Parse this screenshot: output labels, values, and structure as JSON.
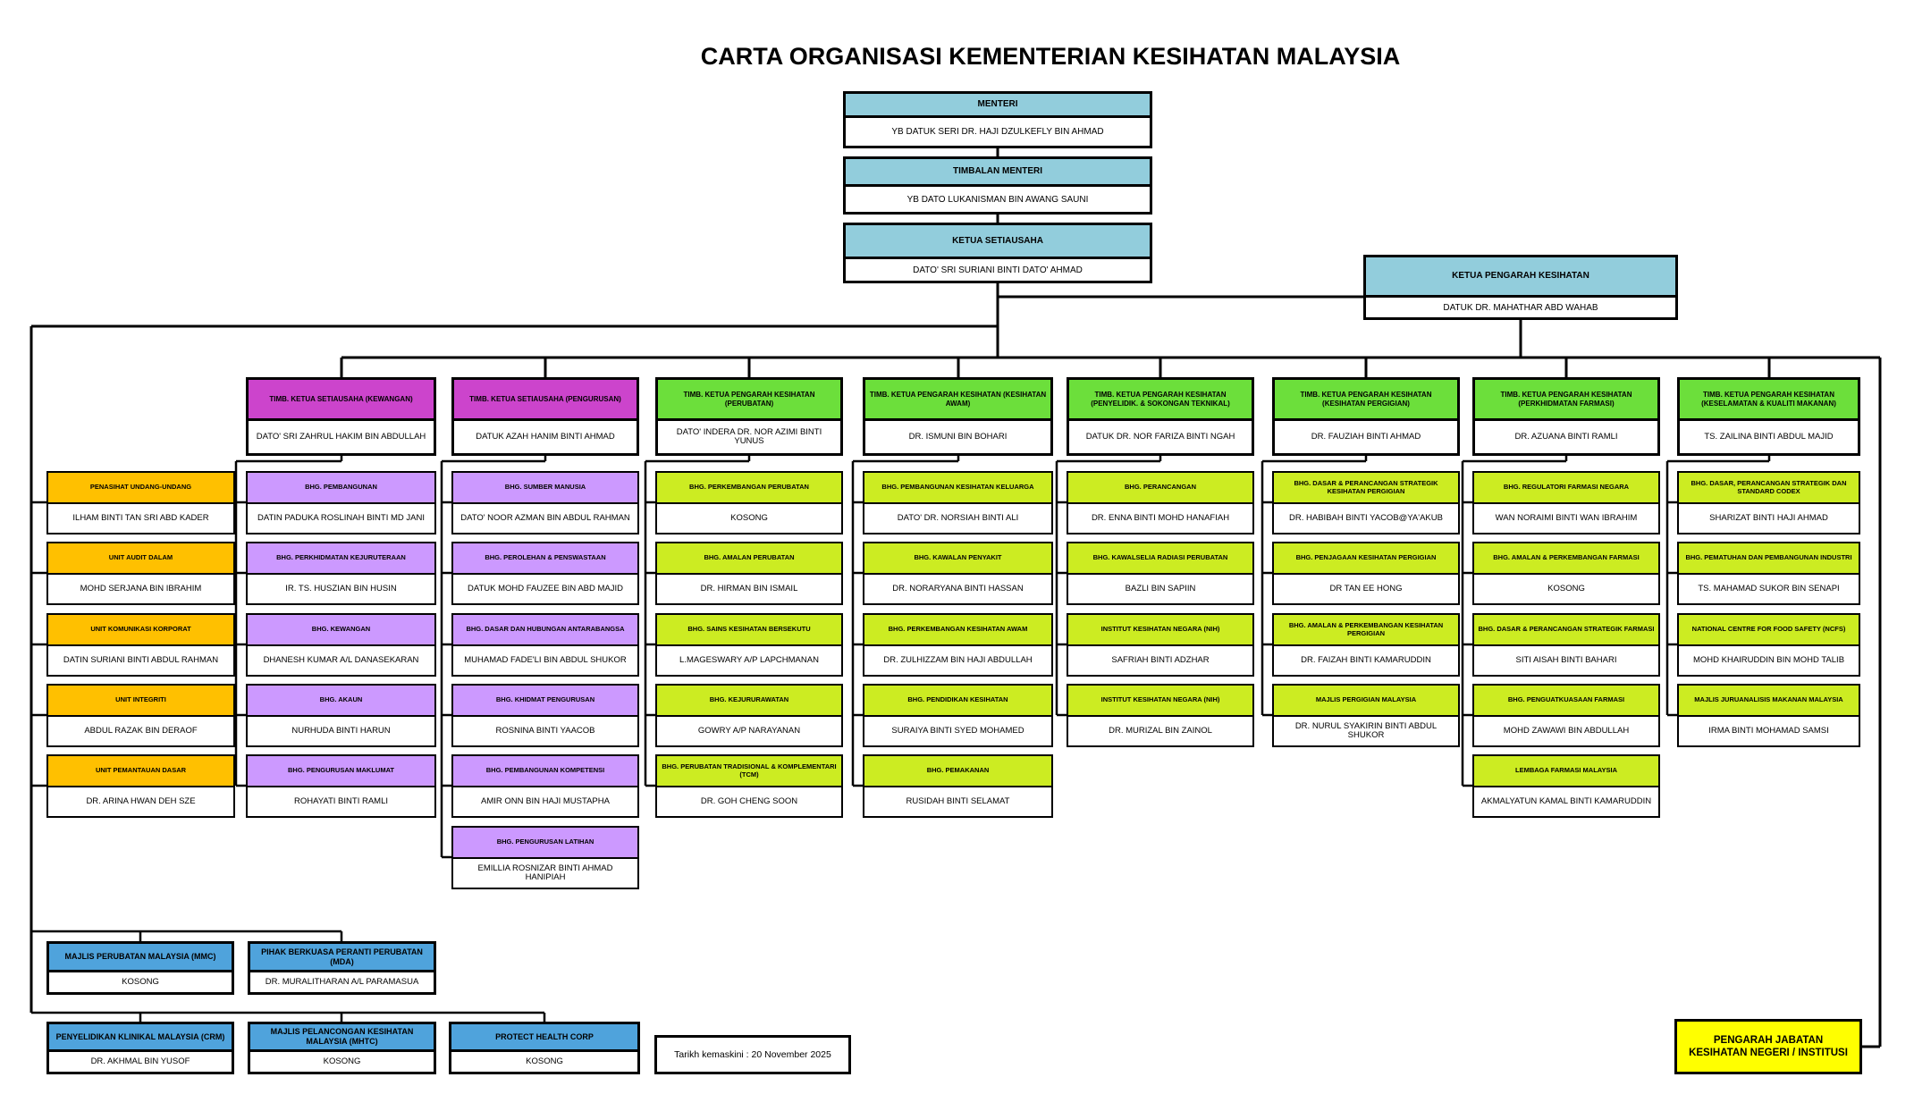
{
  "title": "CARTA ORGANISASI KEMENTERIAN KESIHATAN MALAYSIA",
  "footer": {
    "updated": "Tarikh kemaskini : 20 November 2025"
  },
  "state_box": "PENGARAH JABATAN KESIHATAN NEGERI / INSTITUSI",
  "colors": {
    "chain_blue": "#92CDDC",
    "magenta": "#CC44CC",
    "green": "#6CDF3B",
    "orange": "#FFC000",
    "lavender": "#CC99FF",
    "yellow_green": "#CCEC22",
    "blue": "#4FA3DC",
    "yellow": "#FFFF00",
    "line": "#000000"
  },
  "top_chain": [
    {
      "title": "MENTERI",
      "person": "YB DATUK SERI DR. HAJI DZULKEFLY BIN AHMAD"
    },
    {
      "title": "TIMBALAN MENTERI",
      "person": "YB DATO LUKANISMAN BIN AWANG SAUNI"
    },
    {
      "title": "KETUA SETIAUSAHA",
      "person": "DATO' SRI SURIANI BINTI DATO' AHMAD"
    }
  ],
  "director_general": {
    "title": "KETUA PENGARAH KESIHATAN",
    "person": "DATUK DR. MAHATHAR ABD WAHAB"
  },
  "left_units": [
    {
      "title": "PENASIHAT UNDANG-UNDANG",
      "person": "ILHAM BINTI TAN SRI ABD KADER"
    },
    {
      "title": "UNIT AUDIT DALAM",
      "person": "MOHD SERJANA BIN IBRAHIM"
    },
    {
      "title": "UNIT KOMUNIKASI KORPORAT",
      "person": "DATIN SURIANI BINTI ABDUL RAHMAN"
    },
    {
      "title": "UNIT INTEGRITI",
      "person": "ABDUL RAZAK BIN DERAOF"
    },
    {
      "title": "UNIT PEMANTAUAN DASAR",
      "person": "DR. ARINA HWAN DEH SZE"
    }
  ],
  "columns": [
    {
      "deputy": {
        "title": "TIMB. KETUA SETIAUSAHA (KEWANGAN)",
        "person": "DATO' SRI ZAHRUL HAKIM BIN ABDULLAH",
        "color": "magenta"
      },
      "unit_color": "lavender",
      "units": [
        {
          "title": "BHG. PEMBANGUNAN",
          "person": "DATIN PADUKA ROSLINAH BINTI MD JANI"
        },
        {
          "title": "BHG. PERKHIDMATAN KEJURUTERAAN",
          "person": "IR. TS. HUSZIAN BIN HUSIN"
        },
        {
          "title": "BHG. KEWANGAN",
          "person": "DHANESH KUMAR A/L DANASEKARAN"
        },
        {
          "title": "BHG. AKAUN",
          "person": "NURHUDA BINTI HARUN"
        },
        {
          "title": "BHG. PENGURUSAN MAKLUMAT",
          "person": "ROHAYATI BINTI RAMLI"
        }
      ]
    },
    {
      "deputy": {
        "title": "TIMB. KETUA SETIAUSAHA (PENGURUSAN)",
        "person": "DATUK AZAH HANIM BINTI AHMAD",
        "color": "magenta"
      },
      "unit_color": "lavender",
      "units": [
        {
          "title": "BHG. SUMBER MANUSIA",
          "person": "DATO' NOOR AZMAN BIN ABDUL RAHMAN"
        },
        {
          "title": "BHG. PEROLEHAN & PENSWASTAAN",
          "person": "DATUK MOHD FAUZEE BIN ABD MAJID"
        },
        {
          "title": "BHG. DASAR DAN HUBUNGAN ANTARABANGSA",
          "person": "MUHAMAD FADE'LI BIN ABDUL SHUKOR"
        },
        {
          "title": "BHG. KHIDMAT PENGURUSAN",
          "person": "ROSNINA BINTI YAACOB"
        },
        {
          "title": "BHG. PEMBANGUNAN KOMPETENSI",
          "person": "AMIR ONN BIN HAJI MUSTAPHA"
        },
        {
          "title": "BHG. PENGURUSAN LATIHAN",
          "person": "EMILLIA ROSNIZAR BINTI AHMAD HANIPIAH"
        }
      ]
    },
    {
      "deputy": {
        "title": "TIMB. KETUA PENGARAH KESIHATAN (PERUBATAN)",
        "person": "DATO' INDERA DR. NOR AZIMI BINTI YUNUS",
        "color": "green"
      },
      "unit_color": "yellow_green",
      "units": [
        {
          "title": "BHG. PERKEMBANGAN PERUBATAN",
          "person": "KOSONG"
        },
        {
          "title": "BHG. AMALAN PERUBATAN",
          "person": "DR. HIRMAN BIN ISMAIL"
        },
        {
          "title": "BHG. SAINS KESIHATAN BERSEKUTU",
          "person": "L.MAGESWARY A/P LAPCHMANAN"
        },
        {
          "title": "BHG. KEJURURAWATAN",
          "person": "GOWRY A/P NARAYANAN"
        },
        {
          "title": "BHG. PERUBATAN TRADISIONAL & KOMPLEMENTARI (TCM)",
          "person": "DR. GOH CHENG SOON"
        }
      ]
    },
    {
      "deputy": {
        "title": "TIMB. KETUA PENGARAH KESIHATAN (KESIHATAN AWAM)",
        "person": "DR. ISMUNI BIN BOHARI",
        "color": "green"
      },
      "unit_color": "yellow_green",
      "units": [
        {
          "title": "BHG. PEMBANGUNAN KESIHATAN KELUARGA",
          "person": "DATO' DR. NORSIAH BINTI ALI"
        },
        {
          "title": "BHG. KAWALAN PENYAKIT",
          "person": "DR. NORARYANA BINTI HASSAN"
        },
        {
          "title": "BHG. PERKEMBANGAN KESIHATAN AWAM",
          "person": "DR. ZULHIZZAM BIN HAJI ABDULLAH"
        },
        {
          "title": "BHG. PENDIDIKAN KESIHATAN",
          "person": "SURAIYA BINTI SYED MOHAMED"
        },
        {
          "title": "BHG. PEMAKANAN",
          "person": "RUSIDAH BINTI SELAMAT"
        }
      ]
    },
    {
      "deputy": {
        "title": "TIMB. KETUA PENGARAH KESIHATAN (PENYELIDIK. & SOKONGAN TEKNIKAL)",
        "person": "DATUK DR. NOR FARIZA BINTI NGAH",
        "color": "green"
      },
      "unit_color": "yellow_green",
      "units": [
        {
          "title": "BHG. PERANCANGAN",
          "person": "DR. ENNA BINTI MOHD HANAFIAH"
        },
        {
          "title": "BHG. KAWALSELIA RADIASI PERUBATAN",
          "person": "BAZLI BIN SAPIIN"
        },
        {
          "title": "INSTITUT KESIHATAN NEGARA (NIH)",
          "person": "SAFRIAH BINTI ADZHAR"
        },
        {
          "title": "INSTITUT KESIHATAN NEGARA (NIH)",
          "person": "DR. MURIZAL BIN ZAINOL"
        }
      ]
    },
    {
      "deputy": {
        "title": "TIMB. KETUA PENGARAH KESIHATAN (KESIHATAN PERGIGIAN)",
        "person": "DR. FAUZIAH BINTI AHMAD",
        "color": "green"
      },
      "unit_color": "yellow_green",
      "units": [
        {
          "title": "BHG. DASAR & PERANCANGAN STRATEGIK KESIHATAN PERGIGIAN",
          "person": "DR. HABIBAH BINTI YACOB@YA'AKUB"
        },
        {
          "title": "BHG. PENJAGAAN KESIHATAN PERGIGIAN",
          "person": "DR TAN EE HONG"
        },
        {
          "title": "BHG. AMALAN & PERKEMBANGAN KESIHATAN PERGIGIAN",
          "person": "DR. FAIZAH BINTI KAMARUDDIN"
        },
        {
          "title": "MAJLIS PERGIGIAN MALAYSIA",
          "person": "DR. NURUL SYAKIRIN BINTI ABDUL SHUKOR"
        }
      ]
    },
    {
      "deputy": {
        "title": "TIMB. KETUA PENGARAH KESIHATAN (PERKHIDMATAN FARMASI)",
        "person": "DR. AZUANA BINTI RAMLI",
        "color": "green"
      },
      "unit_color": "yellow_green",
      "units": [
        {
          "title": "BHG. REGULATORI FARMASI NEGARA",
          "person": "WAN NORAIMI BINTI WAN IBRAHIM"
        },
        {
          "title": "BHG. AMALAN & PERKEMBANGAN FARMASI",
          "person": "KOSONG"
        },
        {
          "title": "BHG. DASAR & PERANCANGAN STRATEGIK FARMASI",
          "person": "SITI AISAH BINTI BAHARI"
        },
        {
          "title": "BHG. PENGUATKUASAAN FARMASI",
          "person": "MOHD ZAWAWI BIN ABDULLAH"
        },
        {
          "title": "LEMBAGA FARMASI MALAYSIA",
          "person": "AKMALYATUN KAMAL BINTI KAMARUDDIN"
        }
      ]
    },
    {
      "deputy": {
        "title": "TIMB. KETUA PENGARAH KESIHATAN (KESELAMATAN & KUALITI MAKANAN)",
        "person": "TS. ZAILINA BINTI ABDUL MAJID",
        "color": "green"
      },
      "unit_color": "yellow_green",
      "units": [
        {
          "title": "BHG. DASAR, PERANCANGAN STRATEGIK DAN STANDARD CODEX",
          "person": "SHARIZAT BINTI HAJI AHMAD"
        },
        {
          "title": "BHG. PEMATUHAN DAN PEMBANGUNAN INDUSTRI",
          "person": "TS. MAHAMAD SUKOR BIN SENAPI"
        },
        {
          "title": "NATIONAL CENTRE FOR FOOD SAFETY (NCFS)",
          "person": "MOHD KHAIRUDDIN BIN MOHD TALIB"
        },
        {
          "title": "MAJLIS JURUANALISIS MAKANAN MALAYSIA",
          "person": "IRMA BINTI MOHAMAD SAMSI"
        }
      ]
    }
  ],
  "bottom_boxes": [
    {
      "title": "MAJLIS PERUBATAN MALAYSIA (MMC)",
      "person": "KOSONG"
    },
    {
      "title": "PIHAK BERKUASA PERANTI PERUBATAN (MDA)",
      "person": "DR. MURALITHARAN A/L PARAMASUA"
    },
    {
      "title": "PENYELIDIKAN KLINIKAL MALAYSIA (CRM)",
      "person": "DR. AKHMAL BIN YUSOF"
    },
    {
      "title": "MAJLIS PELANCONGAN KESIHATAN MALAYSIA (MHTC)",
      "person": "KOSONG"
    },
    {
      "title": "PROTECT HEALTH CORP",
      "person": "KOSONG"
    }
  ]
}
